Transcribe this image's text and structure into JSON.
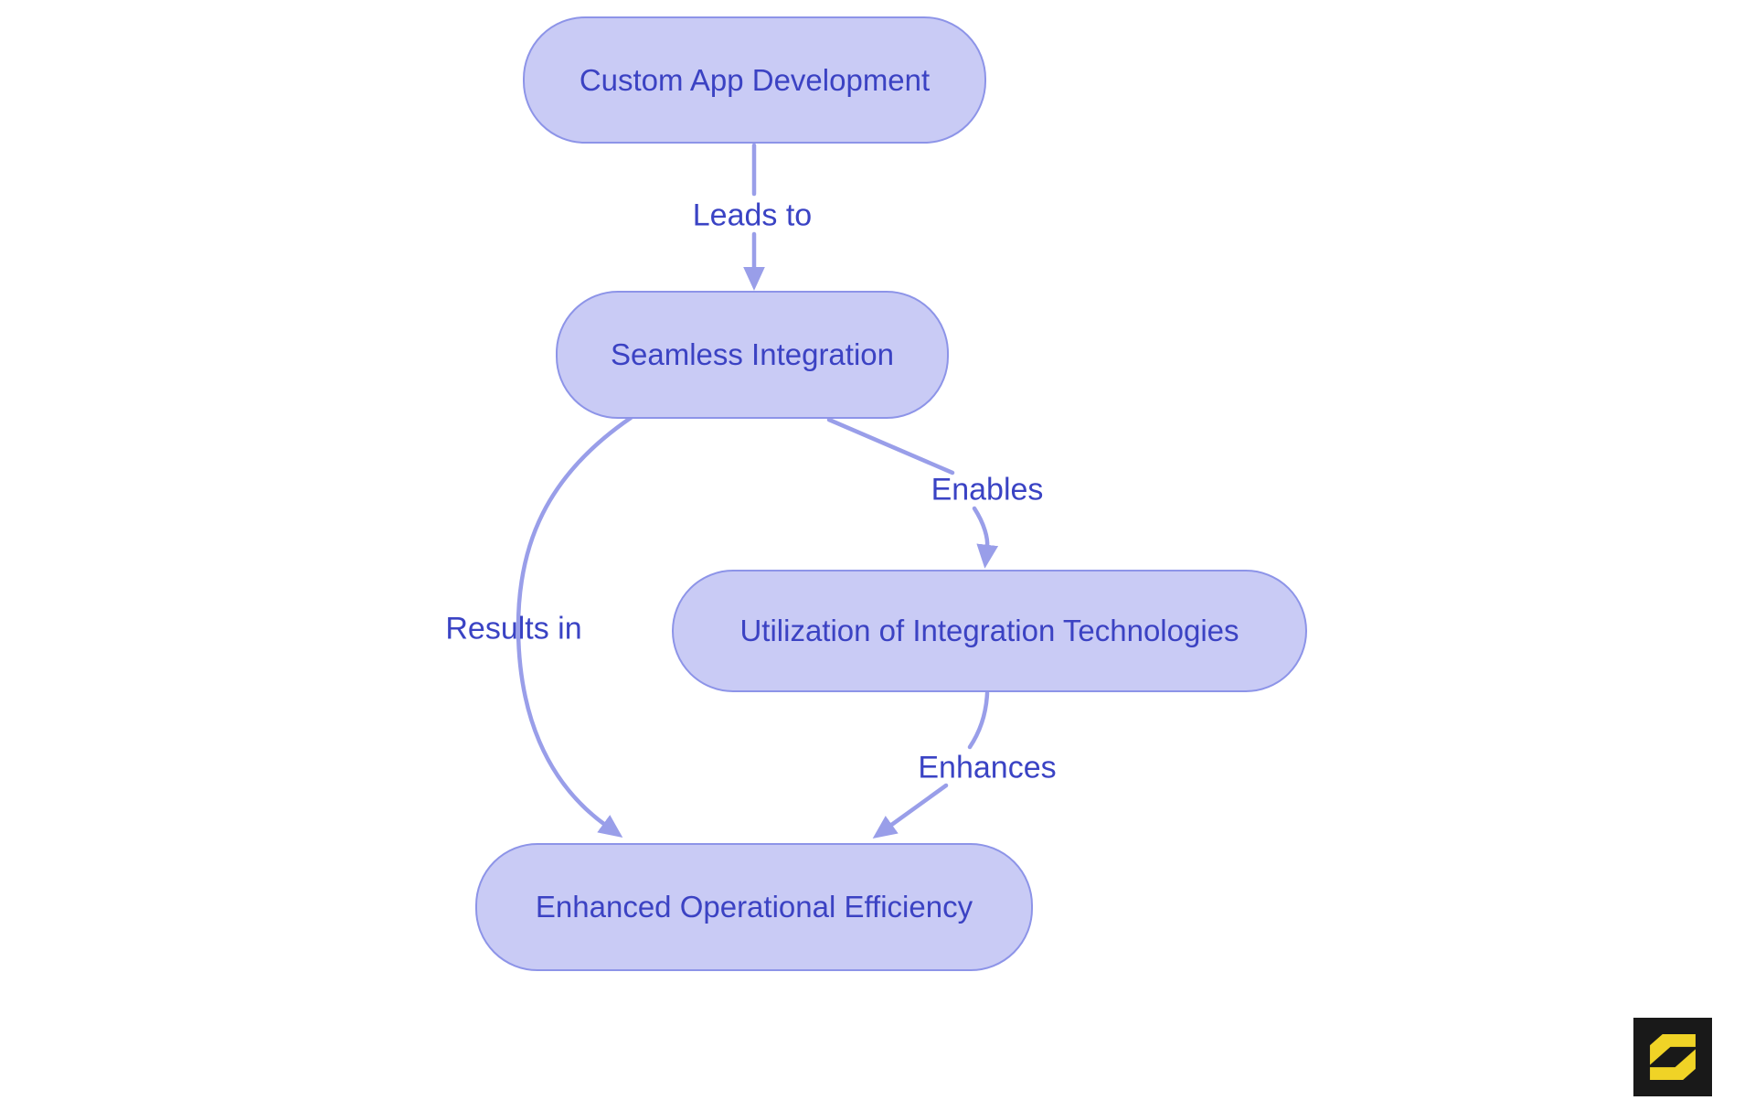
{
  "colors": {
    "node_fill": "#c9cbf5",
    "node_border": "#8d94e8",
    "node_text": "#3b42c3",
    "edge_line": "#999ee9",
    "edge_label_text": "#3a43c4",
    "logo_bg": "#191919",
    "logo_fg": "#f0d326",
    "page_bg": "#ffffff"
  },
  "diagram": {
    "type": "flowchart",
    "nodes": [
      {
        "id": "custom-app-development",
        "label": "Custom App Development"
      },
      {
        "id": "seamless-integration",
        "label": "Seamless Integration"
      },
      {
        "id": "utilization-of-integration-technologies",
        "label": "Utilization of Integration Technologies"
      },
      {
        "id": "enhanced-operational-efficiency",
        "label": "Enhanced Operational Efficiency"
      }
    ],
    "edges": [
      {
        "label": "Leads to",
        "from": "custom-app-development",
        "to": "seamless-integration"
      },
      {
        "label": "Results in",
        "from": "seamless-integration",
        "to": "enhanced-operational-efficiency"
      },
      {
        "label": "Enables",
        "from": "seamless-integration",
        "to": "utilization-of-integration-technologies"
      },
      {
        "label": "Enhances",
        "from": "utilization-of-integration-technologies",
        "to": "enhanced-operational-efficiency"
      }
    ]
  },
  "logo": {
    "letter": "S"
  }
}
